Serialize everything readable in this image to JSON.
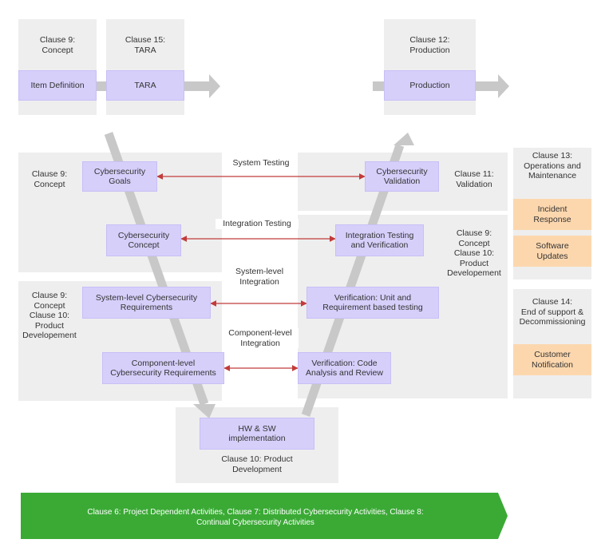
{
  "top": {
    "concept_clause": "Clause 9:\nConcept",
    "tara_clause": "Clause 15:\nTARA",
    "production_clause": "Clause 12:\nProduction",
    "item_definition": "Item Definition",
    "tara": "TARA",
    "production": "Production"
  },
  "left": {
    "concept_clause": "Clause 9:\nConcept",
    "product_clause": "Clause 9:\nConcept\nClause 10:\nProduct\nDevelopement",
    "goals": "Cybersecurity\nGoals",
    "concept": "Cybersecurity\nConcept",
    "system_req": "System-level Cybersecurity\nRequirements",
    "component_req": "Component-level\nCybersecurity Requirements"
  },
  "right": {
    "validation_clause": "Clause 11:\nValidation",
    "product_clause": "Clause 9:\nConcept\nClause 10:\nProduct\nDevelopement",
    "validation": "Cybersecurity\nValidation",
    "integration": "Integration Testing\nand Verification",
    "verification_unit": "Verification: Unit and\nRequirement based testing",
    "verification_code": "Verification: Code\nAnalysis and Review"
  },
  "middle": {
    "system_testing": "System Testing",
    "integration_testing": "Integration Testing",
    "system_level_integration": "System-level\nIntegration",
    "component_level_integration": "Component-level\nIntegration"
  },
  "bottom": {
    "implementation": "HW & SW\nimplementation",
    "implementation_clause": "Clause 10: Product\nDevelopment"
  },
  "side": {
    "operations_clause": "Clause 13:\nOperations and\nMaintenance",
    "incident_response": "Incident\nResponse",
    "software_updates": "Software\nUpdates",
    "end_clause": "Clause 14:\nEnd of support &\nDecommissioning",
    "customer_notification": "Customer\nNotification"
  },
  "banner": {
    "text": "Clause 6: Project Dependent Activities, Clause 7: Distributed Cybersecurity Activities, Clause 8:\nContinual Cybersecurity Activities"
  },
  "colors": {
    "panel": "#eeeeee",
    "box": "#d6cffa",
    "orange": "#fcd7ae",
    "arrow_grey": "#c8c8c8",
    "red_arrow": "#c23b3b",
    "banner_green": "#3aaa35"
  }
}
